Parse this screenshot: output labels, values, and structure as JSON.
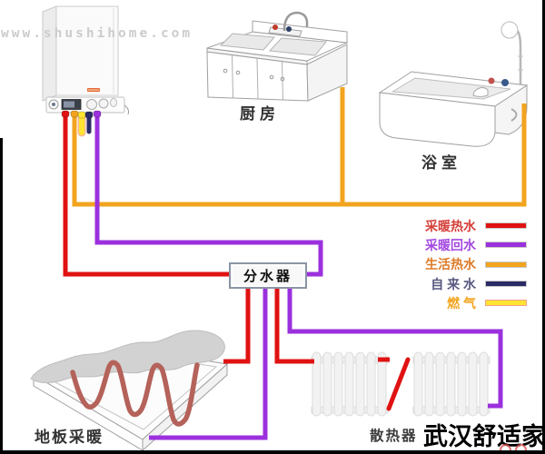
{
  "watermark": "www.shushihome.com",
  "company_name": "武汉舒适家",
  "labels": {
    "kitchen": "厨房",
    "bathroom": "浴室",
    "manifold": "分水器",
    "floor_heating": "地板采暖",
    "radiator": "散热器"
  },
  "legend": {
    "items": [
      {
        "label": "采暖热水",
        "color": "#e01212",
        "text_color": "#d5403a"
      },
      {
        "label": "采暖回水",
        "color": "#9b30dd",
        "text_color": "#a348e0"
      },
      {
        "label": "生活热水",
        "color": "#f2a41f",
        "text_color": "#dd7b28"
      },
      {
        "label": "自 来 水",
        "color": "#2b2b66",
        "text_color": "#585880"
      },
      {
        "label": "燃  气",
        "color": "#ffe431",
        "text_color": "#f2a51f"
      }
    ]
  },
  "colors": {
    "heating_supply": "#e01212",
    "heating_return": "#9b30dd",
    "domestic_hot_water": "#f2a41f",
    "tap_water": "#2b2b66",
    "gas": "#ffe431",
    "gas_outline": "#f6b79a",
    "floor_coil": "#b4625a",
    "outline": "#a0a0a0"
  }
}
